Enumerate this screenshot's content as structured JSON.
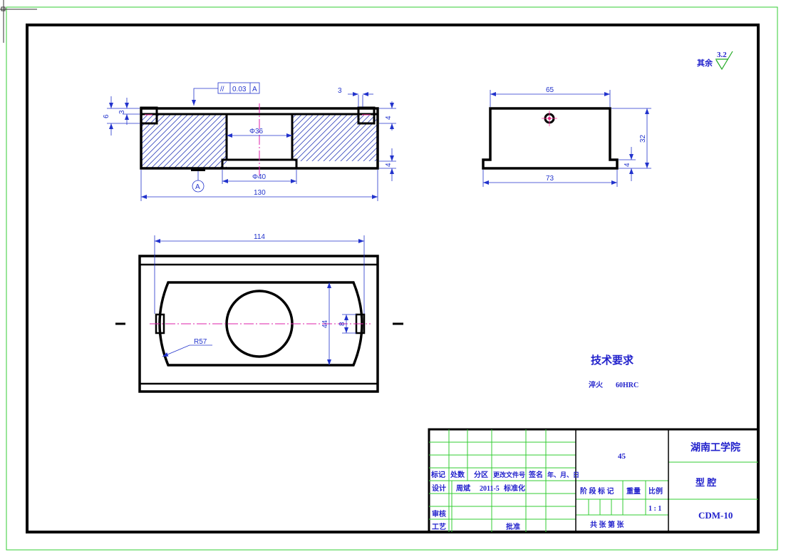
{
  "surface": {
    "label": "其余",
    "value": "3.2"
  },
  "front_view": {
    "tolerance": {
      "symbol": "//",
      "value": "0.03",
      "datum": "A"
    },
    "dims": {
      "d_top": "3",
      "d_6": "6",
      "d_3": "3",
      "d_bore": "Φ36",
      "d_40": "Φ40",
      "d_130": "130",
      "d_datum": "A",
      "d_4a": "4",
      "d_4b": "4"
    }
  },
  "side_view": {
    "dims": {
      "d_65": "65",
      "d_73": "73",
      "d_32": "32",
      "d_4": "4"
    }
  },
  "top_view": {
    "dims": {
      "d_114": "114",
      "d_44": "44",
      "d_r": "R57",
      "d_8": "8"
    }
  },
  "notes": {
    "title": "技术要求",
    "item1": "淬火",
    "item2": "60HRC"
  },
  "title_block": {
    "school": "湖南工学院",
    "part_name": "型    腔",
    "drawing_no": "CDM-10",
    "material": "45",
    "scale": "1 : 1",
    "revision_headers": [
      "标记",
      "处数",
      "分区",
      "更改文件号",
      "签名",
      "年、月、日"
    ],
    "design_row": {
      "label": "设计",
      "name": "周斌",
      "date": "2011-5",
      "std": "标准化"
    },
    "check_label": "审核",
    "process_label": "工艺",
    "approve_label": "批准",
    "stage_labels": [
      "阶 段 标 记",
      "重量",
      "比例"
    ],
    "sheet_label": "共   张     第   张"
  }
}
